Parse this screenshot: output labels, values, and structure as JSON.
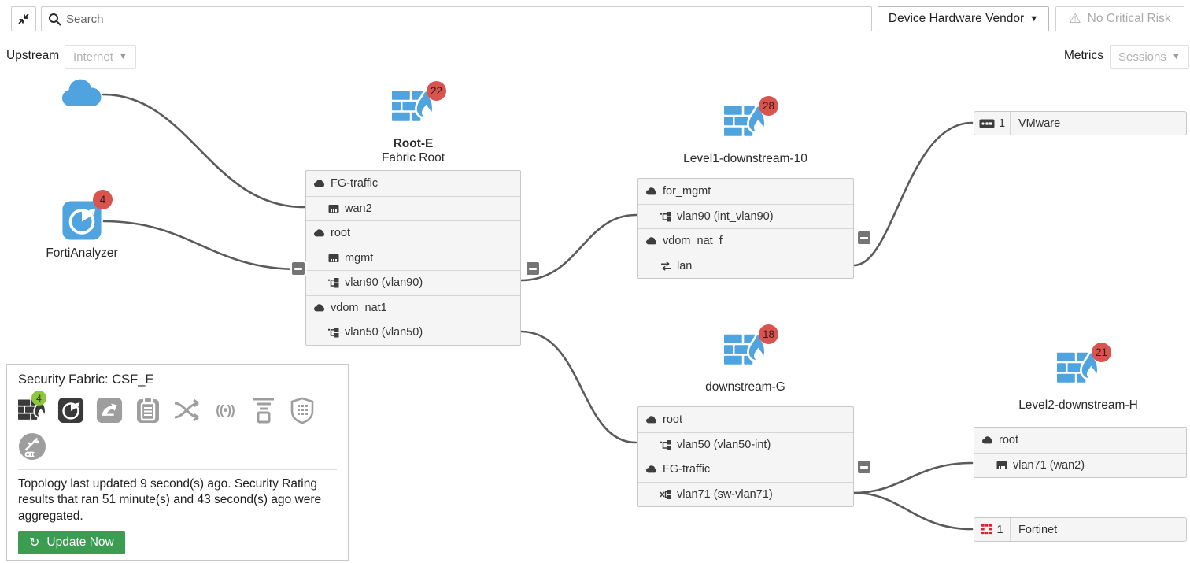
{
  "header": {
    "search_placeholder": "Search",
    "vendor_dropdown_label": "Device Hardware Vendor",
    "risk_button_label": "No Critical Risk",
    "upstream_label": "Upstream",
    "upstream_value": "Internet",
    "metrics_label": "Metrics",
    "metrics_value": "Sessions"
  },
  "nodes": {
    "fortianalyzer": {
      "label": "FortiAnalyzer",
      "badge": "4"
    },
    "root": {
      "name": "Root-E",
      "subtitle": "Fabric Root",
      "badge": "22",
      "rows": [
        {
          "label": "FG-traffic"
        },
        {
          "label": "wan2"
        },
        {
          "label": "root"
        },
        {
          "label": "mgmt"
        },
        {
          "label": "vlan90 (vlan90)"
        },
        {
          "label": "vdom_nat1"
        },
        {
          "label": "vlan50 (vlan50)"
        }
      ]
    },
    "level1": {
      "name": "Level1-downstream-10",
      "badge": "28",
      "rows": [
        {
          "label": "for_mgmt"
        },
        {
          "label": "vlan90 (int_vlan90)"
        },
        {
          "label": "vdom_nat_f"
        },
        {
          "label": "lan"
        }
      ]
    },
    "downstream_g": {
      "name": "downstream-G",
      "badge": "18",
      "rows": [
        {
          "label": "root"
        },
        {
          "label": "vlan50 (vlan50-int)"
        },
        {
          "label": "FG-traffic"
        },
        {
          "label": "vlan71 (sw-vlan71)"
        }
      ]
    },
    "level2": {
      "name": "Level2-downstream-H",
      "badge": "21",
      "rows": [
        {
          "label": "root"
        },
        {
          "label": "vlan71 (wan2)"
        }
      ]
    },
    "vmware": {
      "count": "1",
      "label": "VMware"
    },
    "fortinet": {
      "count": "1",
      "label": "Fortinet"
    }
  },
  "fabric_panel": {
    "title": "Security Fabric: CSF_E",
    "fortigate_badge": "4",
    "status_text": "Topology last updated 9 second(s) ago. Security Rating results that ran 51 minute(s) and 43 second(s) ago were aggregated.",
    "update_button_label": "Update Now"
  },
  "colors": {
    "device_blue": "#4fa3de",
    "badge_red": "#d9534f",
    "badge_green": "#8cc63f",
    "link_gray": "#5a5a5c",
    "button_green": "#3a9d52"
  }
}
